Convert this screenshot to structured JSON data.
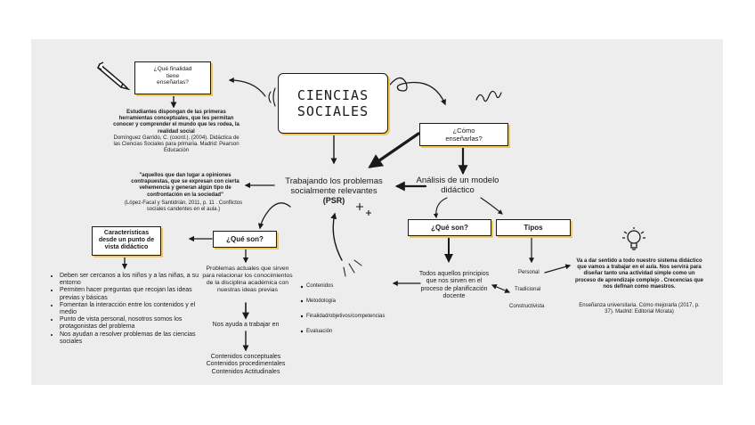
{
  "title": "CIENCIAS\nSOCIALES",
  "finalidad": {
    "box": "¿Qué finalidad tiene enseñarlas?",
    "answer": "Estudiantes dispongan de las primeras herramientas conceptuales, que les permitan conocer y comprender el mundo que les rodea, la realidad social",
    "citation": "Domínguez Garrido, C. (coord.). (2004). Didáctica de las Ciencias Sociales para primaria. Madrid: Pearson Educación"
  },
  "como": {
    "box": "¿Cómo enseñarlas?",
    "analysis": "Análisis de un modelo didáctico"
  },
  "psr": {
    "line1": "Trabajando los problemas socialmente relevantes",
    "abbr": "(PSR)",
    "quote": "\"aquellos que dan lugar a opiniones contrapuestas, que se expresan con cierta vehemencia y generan algún tipo de confrontación en la sociedad\"",
    "quote_citation": "(López-Facal y Santidrián, 2011, p. 11 . Conflictos sociales candentes en el aula.)"
  },
  "caracteristicas": {
    "box": "Características desde un punto de vista didáctico",
    "items": [
      "Deben ser cercanos a los niños y a las niñas, a su entorno",
      "Permiten hacer preguntas que recojan las ideas previas y básicas",
      "Fomentan la interacción entre los contenidos y el medio",
      "Punto de vista personal, nosotros somos los protagonistas del problema",
      "Nos ayudan a resolver problemas de las ciencias sociales"
    ]
  },
  "que_son_left": {
    "box": "¿Qué son?",
    "definition": "Problemas actuales que sirven para relacionar los conocimientos de la disciplina académica con nuestras ideas previas",
    "helps": "Nos ayuda a trabajar en",
    "contents": [
      "Contenidos conceptuales",
      "Contenidos procedimentales",
      "Contenidos Actitudinales"
    ]
  },
  "components": [
    "Contenidos",
    "Metodología",
    "Finalidad/objetivos/competencias",
    "Evaluación"
  ],
  "que_son_right": {
    "box": "¿Qué son?",
    "definition": "Todos aquellos principios que nos sirven en el proceso de planificación docente"
  },
  "tipos": {
    "box": "Tipos",
    "items": [
      "Personal",
      "Tradicional",
      "Constructivista"
    ]
  },
  "conclusion": {
    "text": "Va a dar sentido a todo nuestro sistema didáctico que vamos a trabajar en el aula. Nos servirá para diseñar tanto una actividad simple como un proceso de aprendizaje complejo . Crecencias que nos definan como maestros.",
    "citation": "Enseñanza universitaria. Cómo mejorarla (2017, p. 37). Madrid: Editorial Morata)"
  },
  "colors": {
    "board": "#ededed",
    "accent": "#f2c94c",
    "ink": "#1a1a1a"
  }
}
